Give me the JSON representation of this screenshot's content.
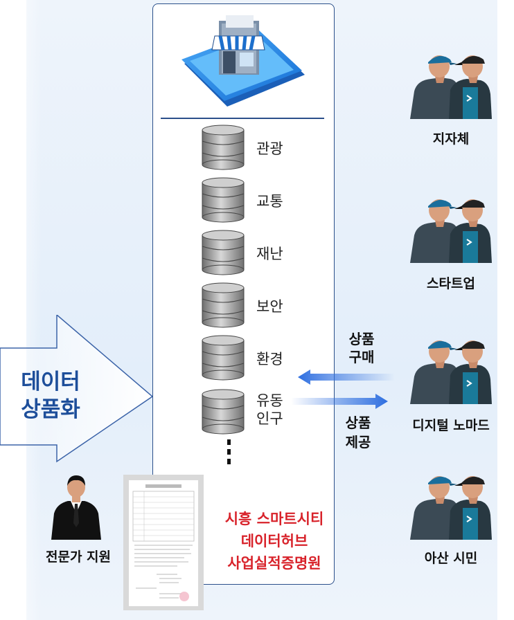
{
  "colors": {
    "accent_blue": "#1d4e9a",
    "cert_red": "#d8222a",
    "hub_border": "#2a4f8a",
    "flow_arrow": "#3e7fe8"
  },
  "hub": {
    "data_categories": [
      {
        "label": "관광"
      },
      {
        "label": "교통"
      },
      {
        "label": "재난"
      },
      {
        "label": "보안"
      },
      {
        "label": "환경"
      },
      {
        "label": "유동\n인구"
      }
    ],
    "more_marker": "⋮"
  },
  "left_arrow": {
    "line1": "데이터",
    "line2": "상품화"
  },
  "flows": {
    "purchase": {
      "line1": "상품",
      "line2": "구매"
    },
    "provide": {
      "line1": "상품",
      "line2": "제공"
    }
  },
  "consumers": [
    {
      "label": "지자체"
    },
    {
      "label": "스타트업"
    },
    {
      "label": "디지털 노마드"
    },
    {
      "label": "아산 시민"
    }
  ],
  "expert": {
    "label": "전문가 지원"
  },
  "certificate": {
    "line1": "시흥 스마트시티",
    "line2": "데이터허브",
    "line3": "사업실적증명원"
  },
  "icons": [
    "store-phone-icon",
    "database-icon",
    "person-group-icon",
    "businessman-icon",
    "certificate-document-icon"
  ]
}
